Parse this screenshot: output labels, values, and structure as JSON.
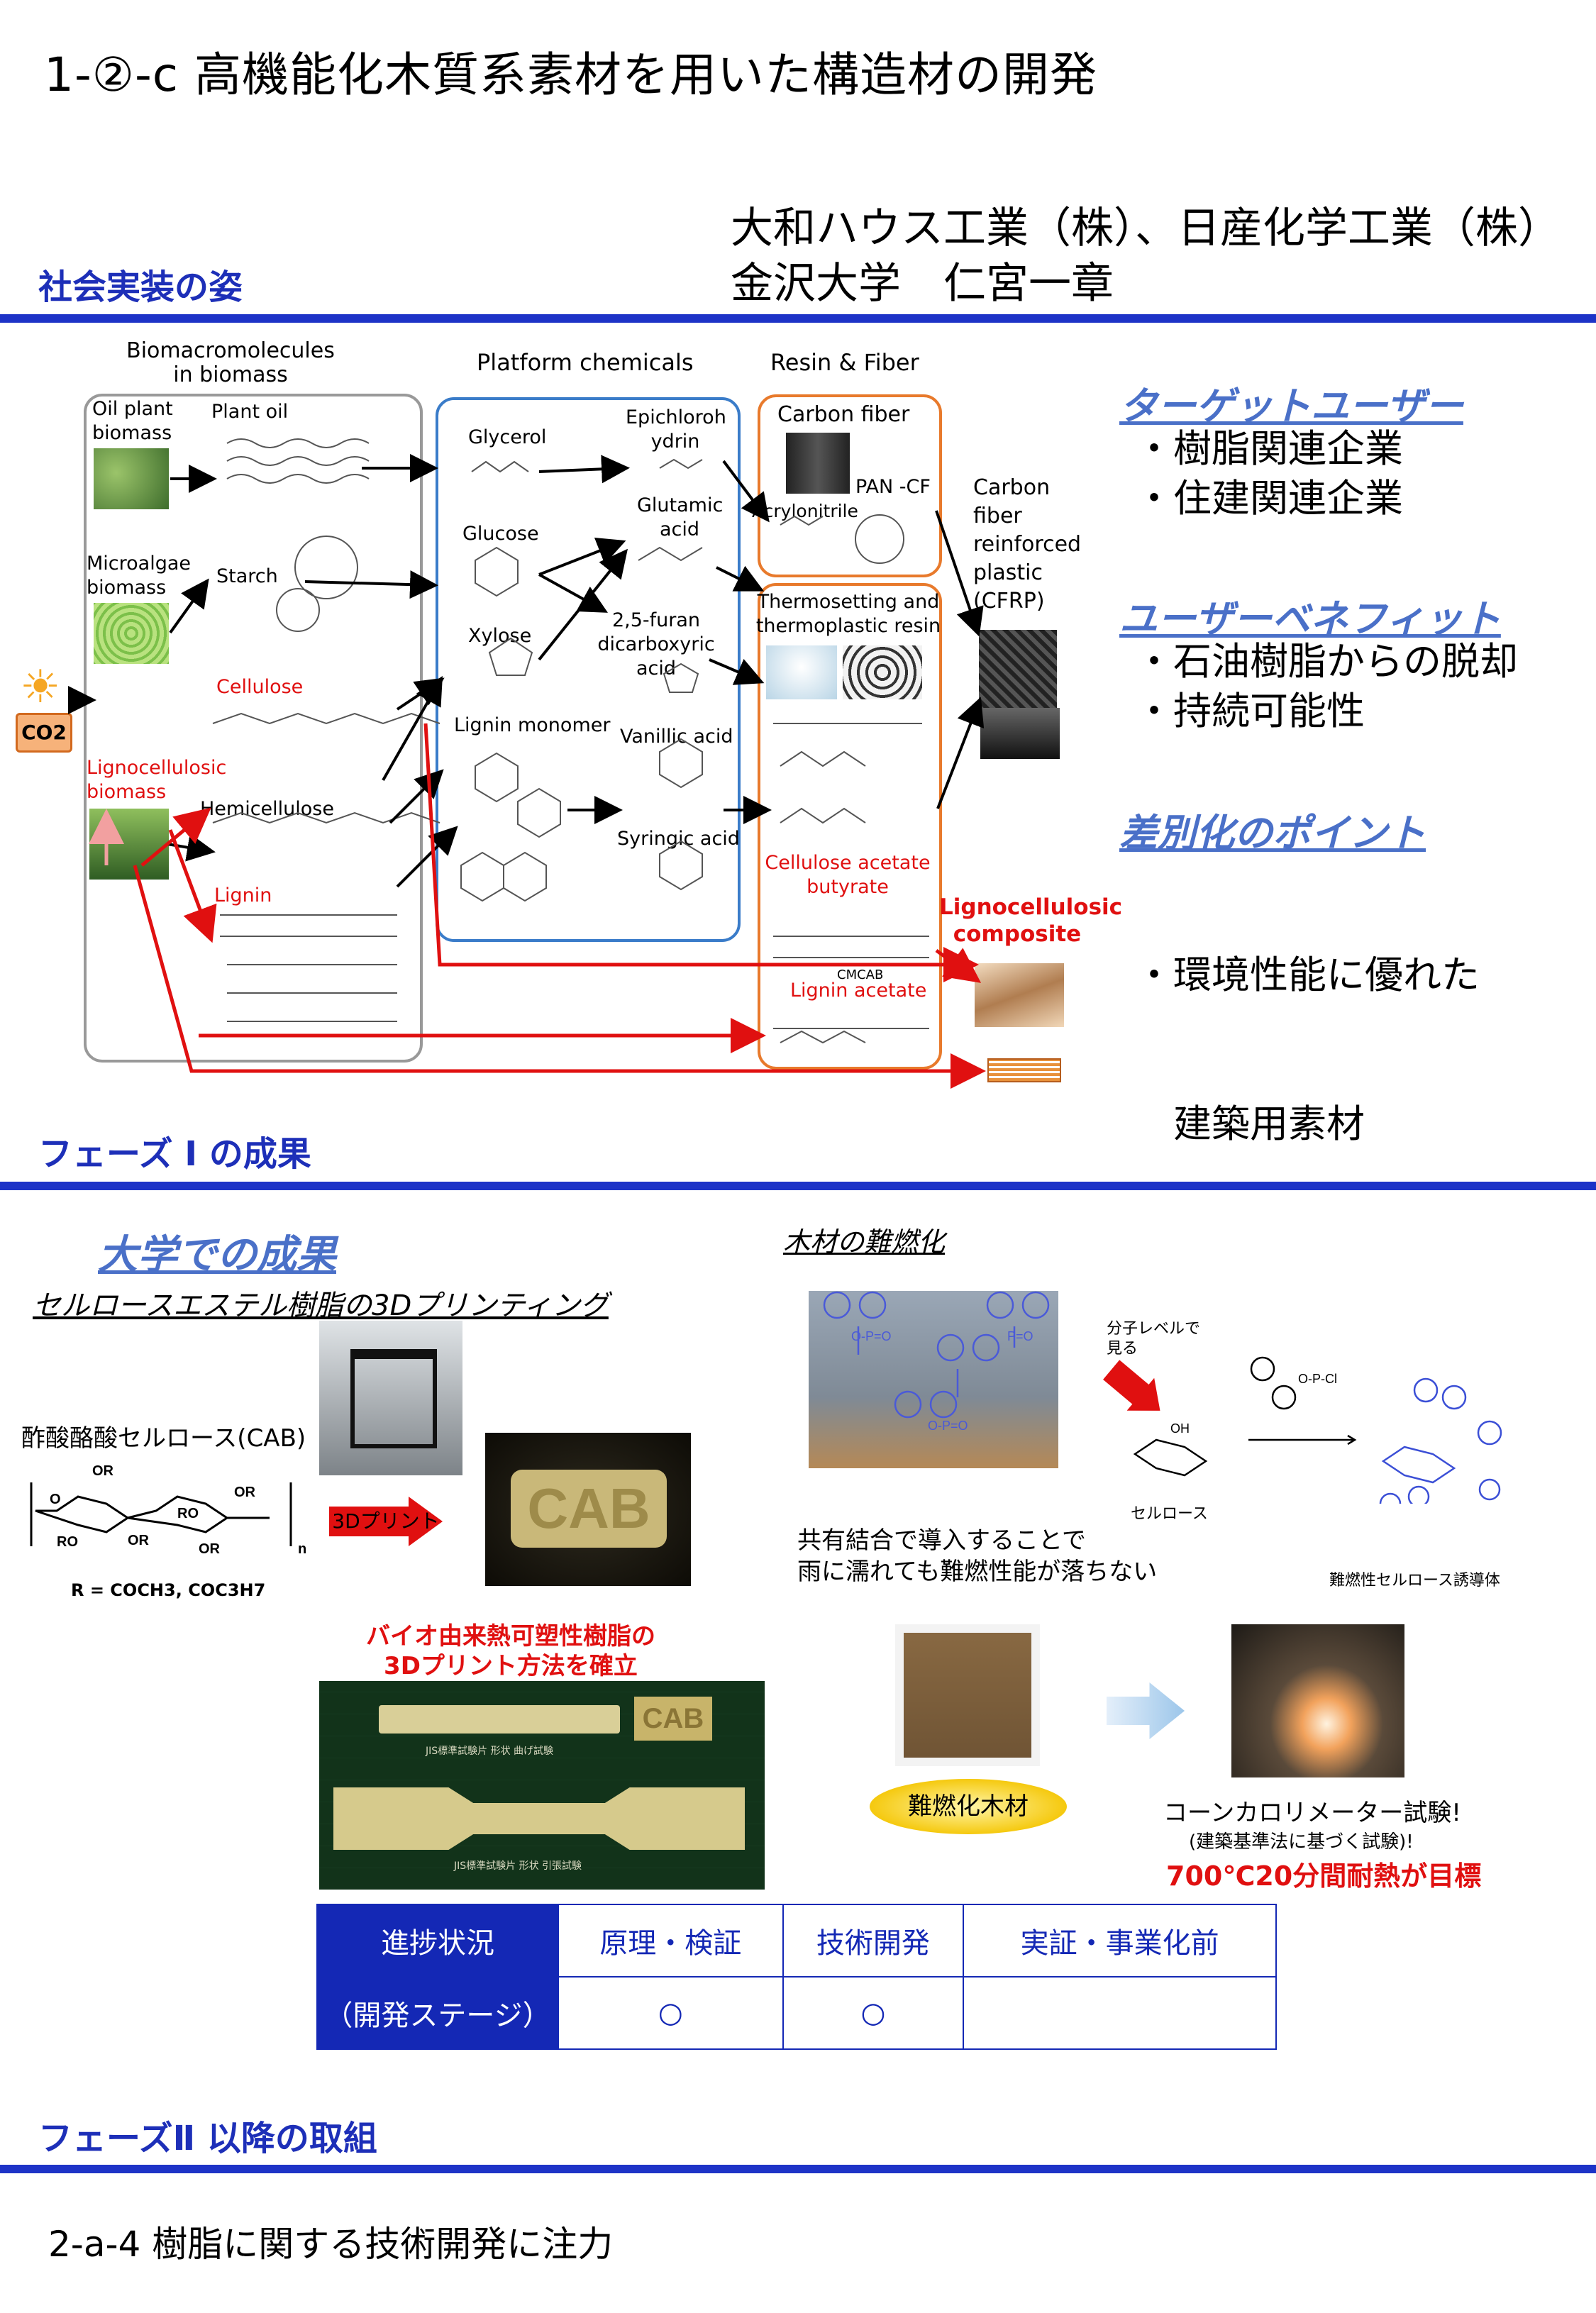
{
  "title": "1-②-c 高機能化木質系素材を用いた構造材の開発",
  "organizations": [
    "大和ハウス工業（株）、日産化学工業（株）",
    "金沢大学　仁宮一章"
  ],
  "sections": {
    "s1": "社会実装の姿",
    "s2": "フェーズ I の成果",
    "s3": "フェーズⅡ 以降の取組"
  },
  "diagram": {
    "headers": {
      "bio": "Biomacromolecules in biomass",
      "plat": "Platform chemicals",
      "resin": "Resin & Fiber"
    },
    "co2": "CO2",
    "sources": {
      "oil": "Oil plant biomass",
      "algae": "Microalgae biomass",
      "ligno": "Lignocellulosic biomass"
    },
    "macro": {
      "plant_oil": "Plant oil",
      "starch": "Starch",
      "cellulose": "Cellulose",
      "hemicellulose": "Hemicellulose",
      "lignin": "Lignin"
    },
    "platform": {
      "glycerol": "Glycerol",
      "glucose": "Glucose",
      "xylose": "Xylose",
      "lignin_monomer": "Lignin monomer",
      "epichlorohydrin": "Epichloroh ydrin",
      "glutamic": "Glutamic acid",
      "furan": "2,5-furan dicarboxyric acid",
      "vanillic": "Vanillic acid",
      "syringic": "Syringic acid"
    },
    "resin": {
      "carbon_fiber": "Carbon fiber",
      "pan_cf": "PAN -CF",
      "acrylonitrile": "Acrylonitrile",
      "thermo": "Thermosetting and thermoplastic resin",
      "cab": "Cellulose acetate butyrate",
      "cmcab": "CMCAB",
      "lignin_acetate": "Lignin acetate"
    },
    "products": {
      "cfrp": "Carbon fiber reinforced plastic (CFRP)",
      "composite": "Lignocellulosic composite"
    }
  },
  "side": {
    "target_title": "ターゲットユーザー",
    "target_items": [
      "・樹脂関連企業",
      "・住建関連企業"
    ],
    "benefit_title": "ユーザーベネフィット",
    "benefit_items": [
      "・石油樹脂からの脱却",
      "・持続可能性"
    ],
    "diff_title": "差別化のポイント",
    "diff_items": [
      "・環境性能に優れた",
      "　建築用素材"
    ]
  },
  "phase1": {
    "univ_title": "大学での成果",
    "printing_title": "セルロースエステル樹脂の3Dプリンティング",
    "cab_name": "酢酸酪酸セルロース(CAB)",
    "formula": "R = COCH3, COC3H7",
    "arrow_label": "3Dプリント",
    "cab_text": "CAB",
    "established": [
      "バイオ由来熱可塑性樹脂の",
      "3Dプリント方法を確立"
    ],
    "specimen1": "JIS標準試験片 形状 曲げ試験",
    "specimen2": "JIS標準試験片 形状 引張試験",
    "wood_title": "木材の難燃化",
    "molecular": [
      "分子レベルで",
      "見る"
    ],
    "cellulose_label": "セルロース",
    "derivative_label": "難燃性セルロース誘導体",
    "covalent": [
      "共有結合で導入することで",
      "雨に濡れても難燃性能が落ちない"
    ],
    "fr_wood": "難燃化木材",
    "cone": "コーンカロリメーター試験!",
    "basis": "(建築基準法に基づく試験)!",
    "goal": "700℃20分間耐熱が目標"
  },
  "progress": {
    "header": [
      "進捗状況",
      "原理・検証",
      "技術開発",
      "実証・事業化前"
    ],
    "row_label": "（開発ステージ）",
    "marks": [
      "○",
      "○",
      ""
    ]
  },
  "phase2_text": "2-a-4 樹脂に関する技術開発に注力"
}
